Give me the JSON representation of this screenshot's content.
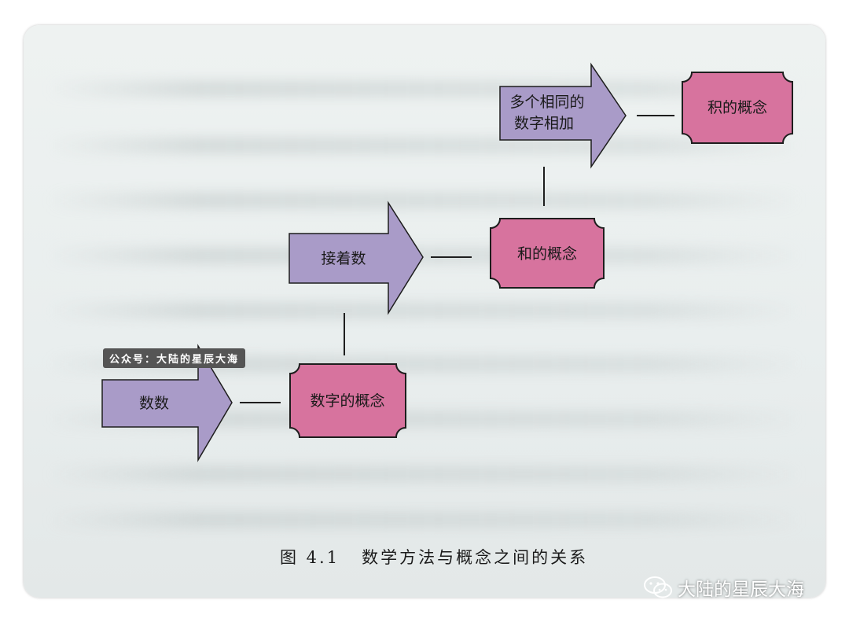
{
  "nodes": {
    "counting": "数数",
    "number_concept": "数字的概念",
    "counting_on": "接着数",
    "sum_concept": "和的概念",
    "add_same_line1": "多个相同的",
    "add_same_line2": "数字相加",
    "product_concept": "积的概念"
  },
  "caption": {
    "figure_number": "图 4.1",
    "text": "数学方法与概念之间的关系"
  },
  "watermark": {
    "tag": "公众号：大陆的星辰大海",
    "bottom": "大陆的星辰大海",
    "icon": "wechat-icon"
  },
  "colors": {
    "arrow_fill": "#a99bc8",
    "concept_fill": "#d7739e",
    "outline": "#1e1e1e"
  }
}
